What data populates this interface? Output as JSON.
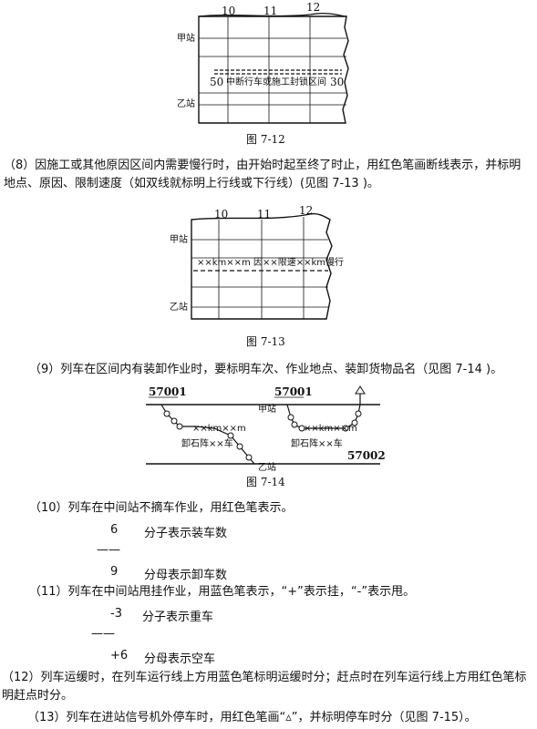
{
  "fig12": {
    "cols": [
      "10",
      "11",
      "12"
    ],
    "station_a": "甲站",
    "station_b": "乙站",
    "left_num": "50",
    "right_num": "30",
    "center_text": "中断行车或施工封锁区间",
    "caption": "图 7-12"
  },
  "para8": "（8）因施工或其他原因区间内需要慢行时，由开始时起至终了时止，用红色笔画断线表示，并标明地点、原因、限制速度（如双线就标明上行线或下行线）(见图 7-13 )。",
  "fig13": {
    "cols": [
      "10",
      "11",
      "12"
    ],
    "station_a": "甲站",
    "station_b": "乙站",
    "text": "××km××m 因××限速××km慢行",
    "caption": "图 7-13"
  },
  "para9": "（9）列车在区间内有装卸作业时，要标明车次、作业地点、装卸货物品名（见图 7-14 )。",
  "fig14": {
    "train_left": "57001",
    "train_mid": "57001",
    "train_right": "57002",
    "station_a": "甲站",
    "station_b": "乙站",
    "loc_left": "××km××m",
    "loc_right": "××km××m",
    "cargo_left": "卸石阵××车",
    "cargo_right": "卸石阵××车",
    "caption": "图 7-14"
  },
  "para10": "（10）列车在中间站不摘车作业，用红色笔表示。",
  "frac10": {
    "num": "6",
    "num_desc": "分子表示装车数",
    "bar": "——",
    "den": "9",
    "den_desc": "分母表示卸车数"
  },
  "para11": "（11）列车在中间站甩挂作业，用蓝色笔表示，“+”表示挂，“-”表示甩。",
  "frac11": {
    "num": "-3",
    "num_desc": "分子表示重车",
    "bar": "——",
    "den": "+6",
    "den_desc": "分母表示空车"
  },
  "para12": "（12）列车运缓时，在列车运行线上方用蓝色笔标明运缓时分；赶点时在列车运行线上方用红色笔标明赶点时分。",
  "para13": "（13）列车在进站信号机外停车时，用红色笔画“▵”，并标明停车时分（见图 7-15）。"
}
